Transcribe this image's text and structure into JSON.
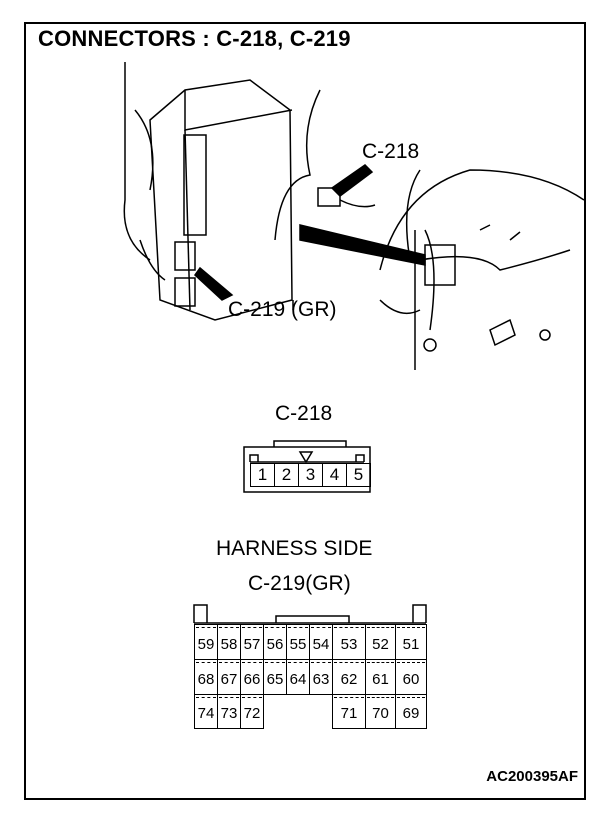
{
  "title": "CONNECTORS : C-218, C-219",
  "callouts": {
    "c218": "C-218",
    "c219": "C-219 (GR)"
  },
  "c218": {
    "label": "C-218",
    "pins": [
      "1",
      "2",
      "3",
      "4",
      "5"
    ]
  },
  "c219": {
    "side_label": "HARNESS SIDE",
    "label": "C-219(GR)",
    "row1": [
      "59",
      "58",
      "57",
      "56",
      "55",
      "54",
      "53",
      "52",
      "51"
    ],
    "row2": [
      "68",
      "67",
      "66",
      "65",
      "64",
      "63",
      "62",
      "61",
      "60"
    ],
    "row3_left": [
      "74",
      "73",
      "72"
    ],
    "row3_right": [
      "71",
      "70",
      "69"
    ]
  },
  "figure_code": "AC200395AF"
}
